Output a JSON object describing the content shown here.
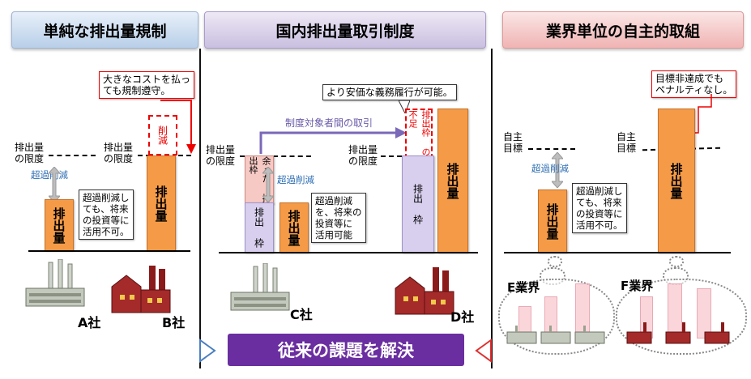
{
  "headers": {
    "a": "単純な排出量規制",
    "b": "国内排出量取引制度",
    "c": "業界単位の自主的取組"
  },
  "labels": {
    "emission_limit": "排出量\nの限度",
    "excess_reduction": "超過削減",
    "emissions": "排出量",
    "reduction": "削減",
    "surplus_quota": "余った\n排出枠",
    "quota": "排出\n枠",
    "shortage_quota": "排出枠\nの不足",
    "trading": "制度対象者間の取引",
    "voluntary_target": "自主\n目標"
  },
  "callouts": {
    "b_cost": "大きなコストを払っ\nても規制遵守。",
    "a_no_use": "超過削減し\nても、将来\nの投資等に\n活用不可。",
    "cheaper": "より安価な義務履行が可能。",
    "c_usable": "超過削減\nを、将来の\n投資等に\n活用可能",
    "e_no_use": "超過削減し\nても、将来\nの投資等に\n活用不可。",
    "f_no_penalty": "目標非達成でも\nペナルティなし。"
  },
  "companies": {
    "a": "A社",
    "b": "B社",
    "c": "C社",
    "d": "D社",
    "e": "E業界",
    "f": "F業界"
  },
  "banner": "従来の課題を解決",
  "colors": {
    "emission_bar": "#f59b47",
    "quota_bar": "#d8cfee",
    "surplus_bar": "#f7c9c4",
    "banner": "#6a2ea0",
    "accent_red": "#e00000",
    "accent_blue": "#2f6fb4"
  }
}
